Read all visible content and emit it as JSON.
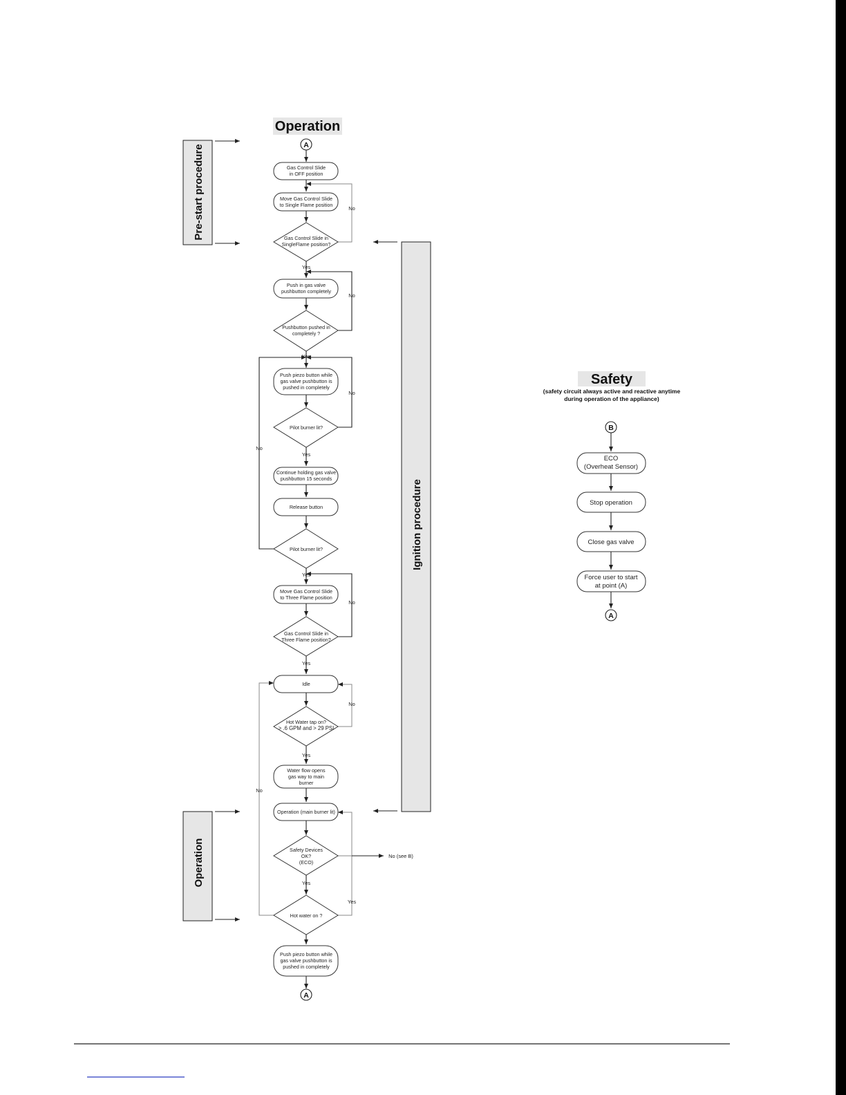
{
  "operation_section": {
    "title": "Operation",
    "side_labels": {
      "prestart": "Pre-start procedure",
      "ignition": "Ignition procedure",
      "operation": "Operation"
    },
    "connectors": {
      "start": "A",
      "end": "A"
    },
    "nodes": {
      "n1": [
        "Gas Control Slide",
        "in OFF position"
      ],
      "n2": [
        "Move Gas Control Slide",
        "to Single Flame position"
      ],
      "d1": [
        "Gas Control Slide in",
        "SingleFlame position?"
      ],
      "n3": [
        "Push in gas valve",
        "pushbutton completely"
      ],
      "d2": [
        "Pushbutton pushed in",
        "completely ?"
      ],
      "n4": [
        "Push piezo button while",
        "gas valve pushbutton is",
        "pushed in completely"
      ],
      "d3": [
        "Pilot burner lit?"
      ],
      "n5": [
        "Continue holding gas valve",
        "pushbutton 15 seconds"
      ],
      "n6": [
        "Release button"
      ],
      "d4": [
        "Pilot burner lit?"
      ],
      "n7": [
        "Move Gas Control Slide",
        "to Three Flame position"
      ],
      "d5": [
        "Gas Control Slide in",
        "Three Flame position?"
      ],
      "n8": [
        "Idle"
      ],
      "d6": [
        "Hot Water tap on?",
        "> .6 GPM and > 29 PSI"
      ],
      "n9": [
        "Water flow opens",
        "gas way to main",
        "burner"
      ],
      "n10": [
        "Operation (main burner lit)"
      ],
      "d7": [
        "Safety Devices",
        "OK?",
        "(ECO)"
      ],
      "d8": [
        "Hot water on ?"
      ],
      "n11": [
        "Push piezo button while",
        "gas valve pushbutton is",
        "pushed in completely"
      ]
    },
    "labels": {
      "no": "No",
      "yes": "Yes",
      "no_see_b": "No (see B)"
    }
  },
  "safety_section": {
    "title": "Safety",
    "subtitle": [
      "(safety circuit always active and reactive anytime",
      "during operation of the appliance)"
    ],
    "connectors": {
      "start": "B",
      "end": "A"
    },
    "nodes": {
      "s1": [
        "ECO",
        "(Overheat Sensor)"
      ],
      "s2": [
        "Stop operation"
      ],
      "s3": [
        "Close gas valve"
      ],
      "s4": [
        "Force user to start",
        "at point (A)"
      ]
    }
  },
  "colors": {
    "panel": "#e6e6e6",
    "stroke": "#222222",
    "link": "#2a3cc0"
  }
}
